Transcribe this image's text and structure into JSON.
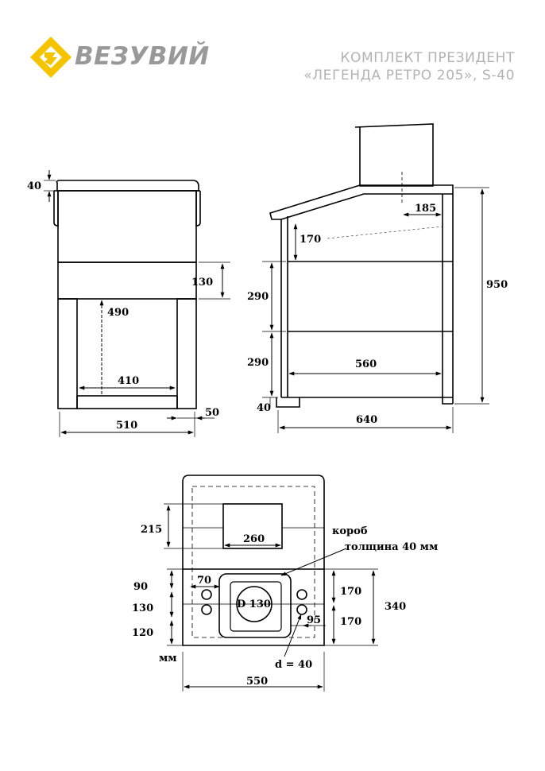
{
  "brand": {
    "name": "ВЕЗУВИЙ",
    "accent_color": "#f5c400",
    "text_color": "#999999",
    "icon": "vezuviy-logo-icon"
  },
  "product": {
    "line1": "КОМПЛЕКТ ПРЕЗИДЕНТ",
    "line2": "«ЛЕГЕНДА РЕТРО 205», S-40"
  },
  "front_view": {
    "dims": {
      "top_thickness": "40",
      "box_height": "130",
      "leg_height": "490",
      "inner_width": "410",
      "total_width": "510",
      "foot": "50"
    }
  },
  "side_view": {
    "dims": {
      "chimney_offset": "185",
      "top_section": "170",
      "section_upper": "290",
      "section_lower": "290",
      "inner_depth": "560",
      "foot": "40",
      "total_depth": "640",
      "total_height": "950"
    }
  },
  "top_view": {
    "dims": {
      "box_depth": "215",
      "box_width": "260",
      "hole_offset": "70",
      "row1": "90",
      "row2": "130",
      "row3": "120",
      "flue": "D 130",
      "right1": "170",
      "right2": "170",
      "hole_spacing": "95",
      "total_right": "340",
      "hole_diameter": "d = 40",
      "total_width": "550"
    },
    "box_note_line1": "короб",
    "box_note_line2": "толщина 40 мм",
    "units": "мм"
  }
}
